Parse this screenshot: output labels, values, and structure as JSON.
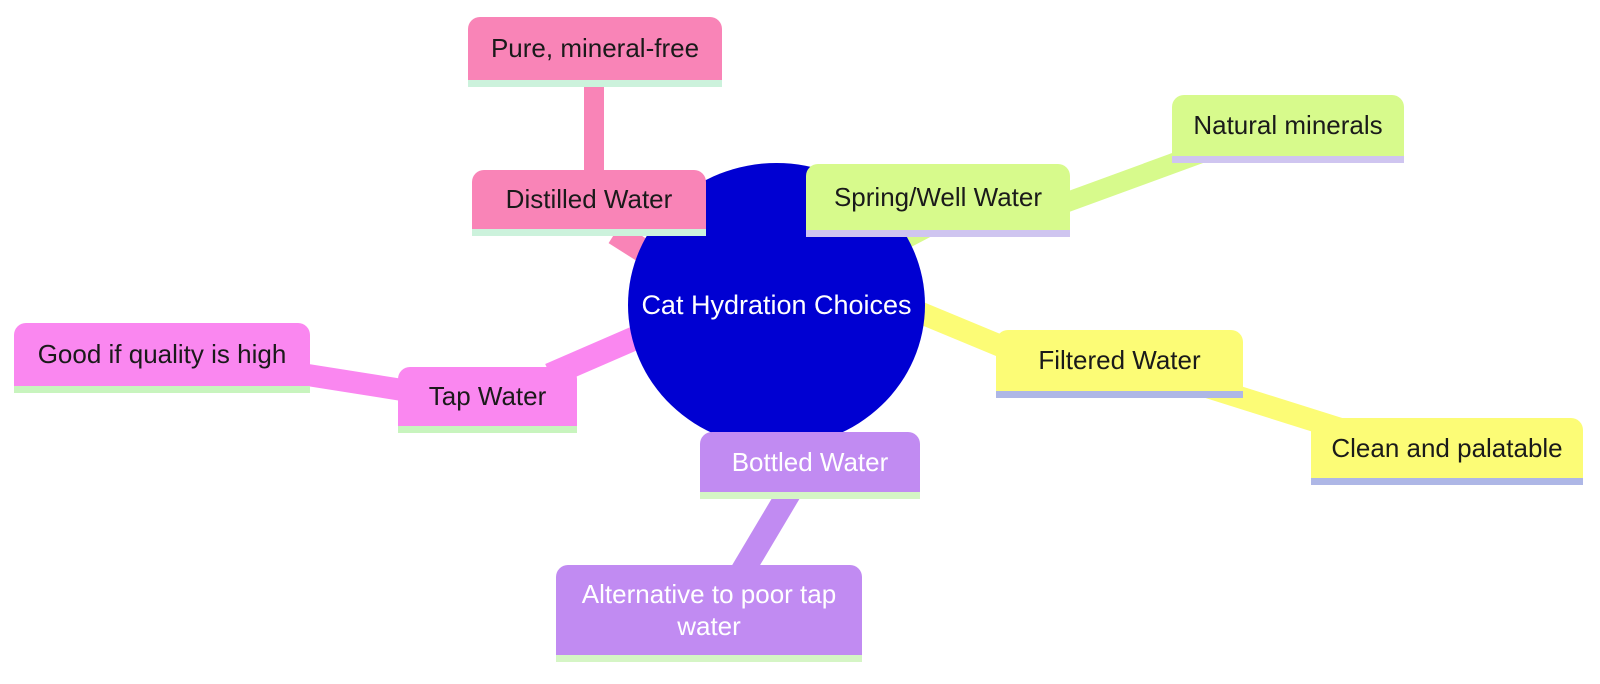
{
  "diagram_type": "mindmap",
  "background": "#FFFFFF",
  "root": {
    "label": "Cat Hydration Choices",
    "fill": "#0000D2",
    "text_color": "#FFFFFF",
    "shape": "circle"
  },
  "branches": [
    {
      "id": "distilled",
      "label": "Distilled Water",
      "fill": "#F984B7",
      "accent": "#CCF2DC",
      "text_color": "#1A1A1A",
      "children": [
        {
          "label": "Pure, mineral-free"
        }
      ]
    },
    {
      "id": "spring",
      "label": "Spring/Well Water",
      "fill": "#D7FA8C",
      "accent": "#CFC5F0",
      "text_color": "#1A1A1A",
      "children": [
        {
          "label": "Natural minerals"
        }
      ]
    },
    {
      "id": "tap",
      "label": "Tap Water",
      "fill": "#FA87F0",
      "accent": "#C8F4BE",
      "text_color": "#1A1A1A",
      "children": [
        {
          "label": "Good if quality is high"
        }
      ]
    },
    {
      "id": "filtered",
      "label": "Filtered Water",
      "fill": "#FCFC76",
      "accent": "#AEB7E6",
      "text_color": "#1A1A1A",
      "children": [
        {
          "label": "Clean and palatable"
        }
      ]
    },
    {
      "id": "bottled",
      "label": "Bottled Water",
      "fill": "#C18BF2",
      "accent": "#D5F5C5",
      "text_color": "#FFFFFF",
      "children": [
        {
          "label": "Alternative to poor tap water"
        }
      ]
    }
  ]
}
